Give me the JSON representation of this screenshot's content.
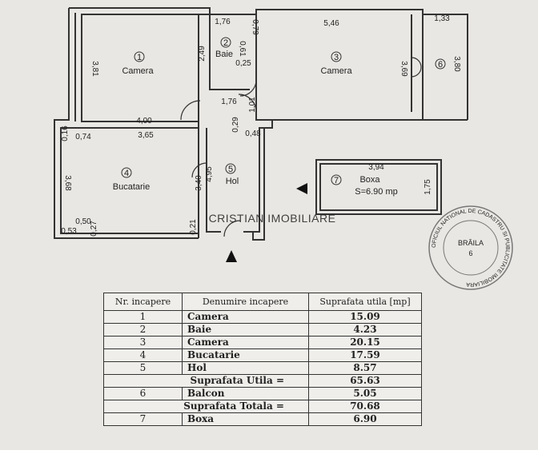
{
  "rooms": [
    {
      "num": "1",
      "name": "Camera"
    },
    {
      "num": "2",
      "name": "Baie"
    },
    {
      "num": "3",
      "name": "Camera"
    },
    {
      "num": "4",
      "name": "Bucatarie"
    },
    {
      "num": "5",
      "name": "Hol"
    },
    {
      "num": "6",
      "name": ""
    },
    {
      "num": "7",
      "name": "Boxa",
      "area_text": "S=6.90 mp"
    }
  ],
  "dimensions": {
    "baie_top": "1,76",
    "camera3_top": "5,46",
    "balcon_top": "1,33",
    "camera1_left": "3,81",
    "baie_left": "2,49",
    "baie_right_a": "0,79",
    "baie_right_b": "0,61",
    "baie_bottom": "0,25",
    "camera3_right": "3,69",
    "balcon_right": "3,80",
    "hol_top": "1,76",
    "hol_right_a": "1,01",
    "hol_right_b": "0,29",
    "hol_right_c": "0,48",
    "camera1_bottom": "4,00",
    "buc_top": "3,65",
    "buc_corner_a": "0,16",
    "buc_corner_b": "0,74",
    "buc_left": "3,68",
    "buc_right": "3,40",
    "hol_left": "4,95",
    "buc_bottom_a": "0,50",
    "buc_bottom_b": "0,53",
    "buc_bottom_c": "0,27",
    "hol_bottom_left": "0,21",
    "boxa_top": "3,94",
    "boxa_right": "1,75"
  },
  "watermark": "CRISTIAN IMOBILIARE",
  "stamp": {
    "ring_text": "OFICIUL NATIONAL DE CADASTRU SI PUBLICITATE IMOBILIARA",
    "city": "BRĂILA",
    "code": "6"
  },
  "table": {
    "headers": [
      "Nr. incapere",
      "Denumire incapere",
      "Suprafata utila [mp]"
    ],
    "rows": [
      {
        "nr": "1",
        "name": "Camera",
        "area": "15.09"
      },
      {
        "nr": "2",
        "name": "Baie",
        "area": "4.23"
      },
      {
        "nr": "3",
        "name": "Camera",
        "area": "20.15"
      },
      {
        "nr": "4",
        "name": "Bucatarie",
        "area": "17.59"
      },
      {
        "nr": "5",
        "name": "Hol",
        "area": "8.57"
      }
    ],
    "suprafata_utila_label": "Suprafata Utila =",
    "suprafata_utila": "65.63",
    "balcon": {
      "nr": "6",
      "name": "Balcon",
      "area": "5.05"
    },
    "suprafata_totala_label": "Suprafata Totala =",
    "suprafata_totala": "70.68",
    "boxa": {
      "nr": "7",
      "name": "Boxa",
      "area": "6.90"
    }
  }
}
